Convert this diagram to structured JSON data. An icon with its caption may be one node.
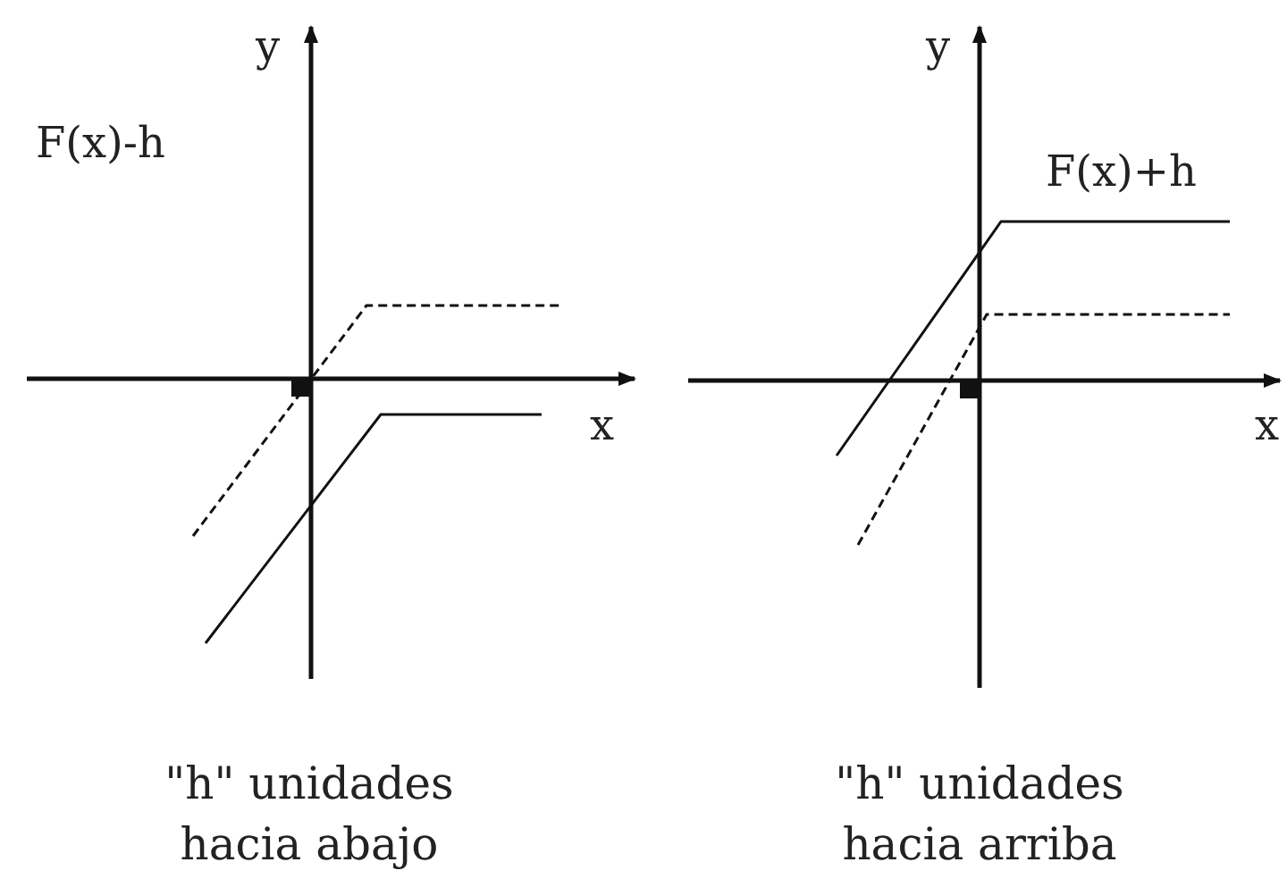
{
  "diagram": {
    "labels": [
      "y",
      "F(x)-h",
      "x",
      "\"h\" unidades hacia abajo",
      "y",
      "F(x)+h",
      "x",
      "\"h\" unidades hacia arriba"
    ]
  }
}
